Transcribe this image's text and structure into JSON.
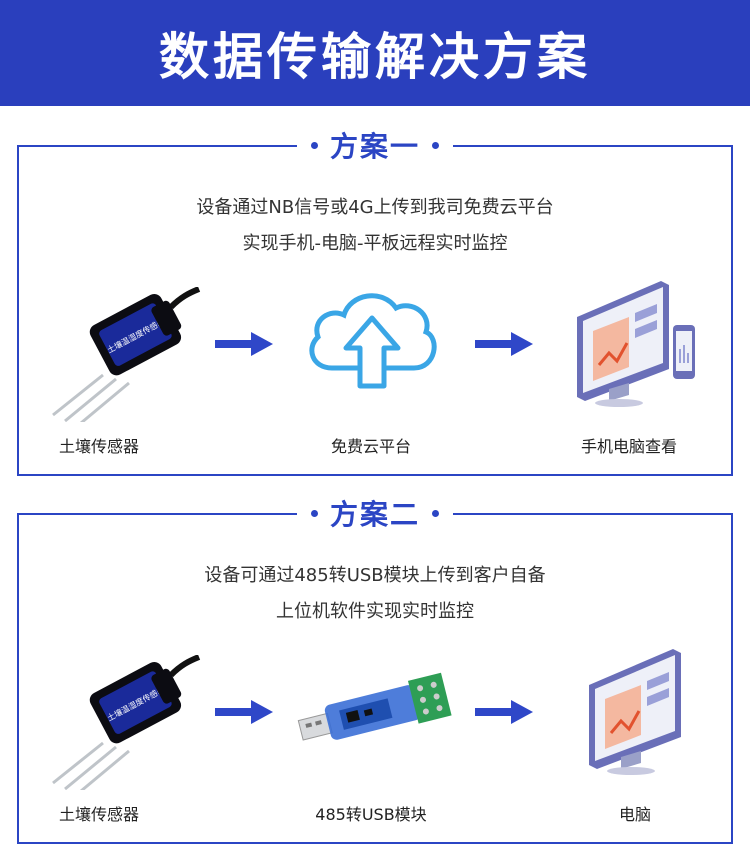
{
  "header": {
    "title": "数据传输解决方案"
  },
  "plans": [
    {
      "title": "方案一",
      "desc_lines": [
        "设备通过NB信号或4G上传到我司免费云平台",
        "实现手机-电脑-平板远程实时监控"
      ],
      "items": [
        {
          "label": "土壤传感器",
          "icon": "soil-sensor-icon",
          "device_text": "土壤温湿度传感器"
        },
        {
          "label": "免费云平台",
          "icon": "cloud-upload-icon"
        },
        {
          "label": "手机电脑查看",
          "icon": "monitor-phone-icon"
        }
      ]
    },
    {
      "title": "方案二",
      "desc_lines": [
        "设备可通过485转USB模块上传到客户自备",
        "上位机软件实现实时监控"
      ],
      "items": [
        {
          "label": "土壤传感器",
          "icon": "soil-sensor-icon",
          "device_text": "土壤温湿度传感器"
        },
        {
          "label": "485转USB模块",
          "icon": "usb-module-icon"
        },
        {
          "label": "电脑",
          "icon": "monitor-icon"
        }
      ]
    }
  ],
  "colors": {
    "accent": "#2b45c4",
    "header_bg": "#2a3fbd",
    "arrow": "#2f47c8",
    "cloud": "#3aa6e6"
  }
}
